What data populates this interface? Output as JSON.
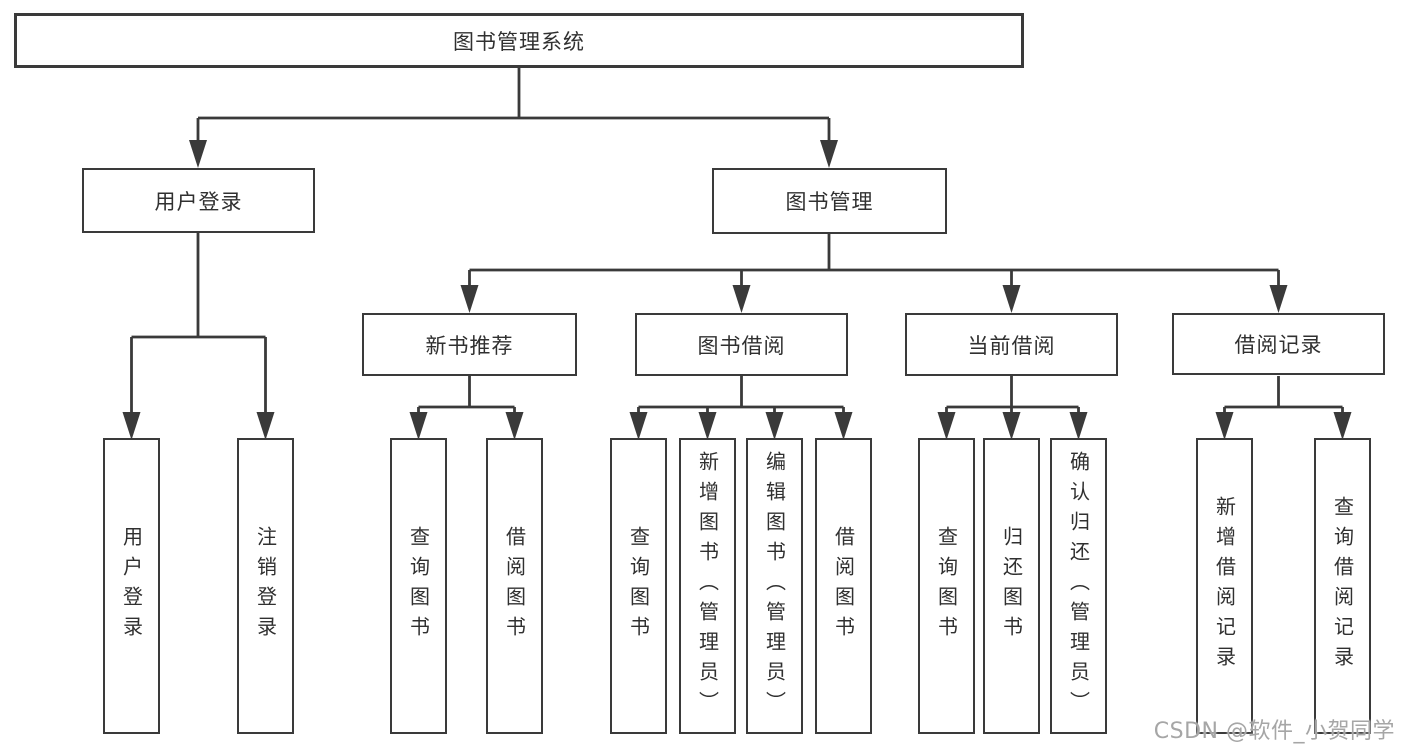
{
  "diagram": {
    "type": "hierarchy-tree",
    "nodes": {
      "root": {
        "label": "图书管理系统"
      },
      "userLogin": {
        "label": "用户登录"
      },
      "bookMgmt": {
        "label": "图书管理"
      },
      "newBookRec": {
        "label": "新书推荐"
      },
      "bookBorrow": {
        "label": "图书借阅"
      },
      "currentBorrow": {
        "label": "当前借阅"
      },
      "borrowRecord": {
        "label": "借阅记录"
      },
      "leafUserLogin": {
        "label": "用户登录"
      },
      "leafLogout": {
        "label": "注销登录"
      },
      "leafNbrQuery": {
        "label": "查询图书"
      },
      "leafNbrBorrow": {
        "label": "借阅图书"
      },
      "leafBbQuery": {
        "label": "查询图书"
      },
      "leafBbAdd": {
        "label": "新增图书（管理员）"
      },
      "leafBbEdit": {
        "label": "编辑图书（管理员）"
      },
      "leafBbBorrow": {
        "label": "借阅图书"
      },
      "leafCbQuery": {
        "label": "查询图书"
      },
      "leafCbReturn": {
        "label": "归还图书"
      },
      "leafCbConfirm": {
        "label": "确认归还（管理员）"
      },
      "leafBrAdd": {
        "label": "新增借阅记录"
      },
      "leafBrQuery": {
        "label": "查询借阅记录"
      }
    },
    "hierarchy": {
      "root": "图书管理系统",
      "children": [
        {
          "label": "用户登录",
          "children": [
            "用户登录",
            "注销登录"
          ]
        },
        {
          "label": "图书管理",
          "children": [
            {
              "label": "新书推荐",
              "children": [
                "查询图书",
                "借阅图书"
              ]
            },
            {
              "label": "图书借阅",
              "children": [
                "查询图书",
                "新增图书（管理员）",
                "编辑图书（管理员）",
                "借阅图书"
              ]
            },
            {
              "label": "当前借阅",
              "children": [
                "查询图书",
                "归还图书",
                "确认归还（管理员）"
              ]
            },
            {
              "label": "借阅记录",
              "children": [
                "新增借阅记录",
                "查询借阅记录"
              ]
            }
          ]
        }
      ]
    },
    "colors": {
      "background": "#ffffff",
      "line": "#3a3a3a",
      "box_border": "#3a3a3a",
      "text": "#303030",
      "watermark": "#a6a6a6"
    }
  },
  "watermark": {
    "text": "CSDN @软件_小贺同学"
  }
}
